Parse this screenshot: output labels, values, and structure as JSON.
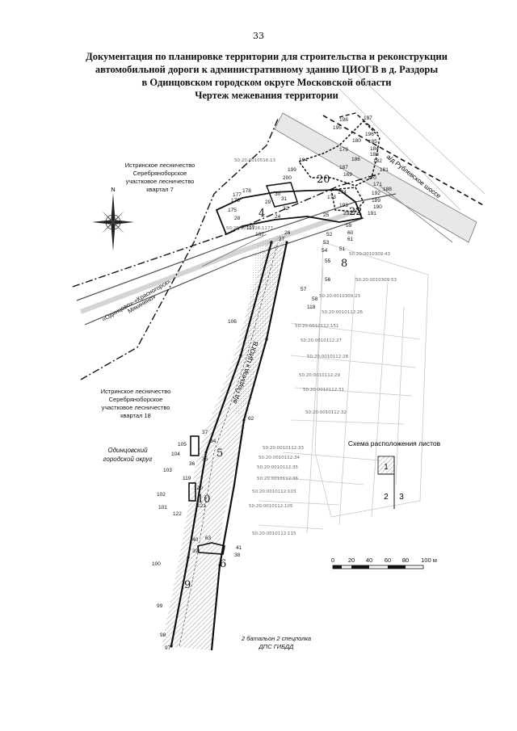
{
  "page_number": "33",
  "title": {
    "line1": "Документация по планировке территории для строительства и реконструкции",
    "line2": "автомобильной дороги к административному зданию ЦИОГВ в д. Раздоры",
    "line3": "в Одинцовском городском округе Московской области",
    "line4": "Чертеж межевания территории"
  },
  "labels": {
    "forestry_top": [
      "Истринское лесничество",
      "Серебряноборское",
      "участковое лесничество",
      "квартал 7"
    ],
    "forestry_bottom": [
      "Истринское лесничество",
      "Серебряноборское",
      "участковое лесничество",
      "квартал 18"
    ],
    "district": [
      "Одинцовский",
      "городской округ"
    ],
    "road_odintsovo": "«Одинцово»-«Красногорск»",
    "road_odintsovo_2": "Мякинино»",
    "road_rublevskoe": "а/д Рублевское шоссе",
    "road_access": "а/д Подъезд к ЦИОГВ",
    "police": [
      "2 батальон 2 спецполка",
      "ДПС ГИБДД"
    ],
    "sheet_scheme_title": "Схема расположения листов",
    "sheet_numbers": [
      "1",
      "2",
      "3"
    ],
    "compass_north": "N"
  },
  "scale_bar": {
    "ticks": [
      "0",
      "20",
      "40",
      "60",
      "80",
      "100 м"
    ]
  },
  "parcels": [
    "4",
    "5",
    "6",
    "8",
    "9",
    "10",
    "20",
    "22"
  ],
  "cadastral_numbers": [
    "50:20:0010516:13",
    "50:20:0010516:1177",
    "50:20:0010309:43",
    "50:20:0010309:53",
    "50:20:0010309:23",
    "50:20:0010112:26",
    "50:20:0010112:151",
    "50:20:0010112:27",
    "50:20:0010112:28",
    "50:20:0010112:29",
    "50:20:0010112:31",
    "50:20:0010112:32",
    "50:20:0010112:33",
    "50:20:0010112:34",
    "50:20:0010112:35",
    "50:20:0010112:36",
    "50:20:0010112:103",
    "50:20:0010112:105",
    "50:20:0010112:115"
  ],
  "points": [
    "197",
    "198",
    "195",
    "196",
    "180",
    "185",
    "184",
    "179",
    "186",
    "183",
    "182",
    "194",
    "187",
    "181",
    "199",
    "200",
    "169",
    "170",
    "171",
    "188",
    "178",
    "176",
    "177",
    "30",
    "29",
    "31",
    "32",
    "175",
    "174",
    "173",
    "193",
    "192",
    "189",
    "190",
    "191",
    "25",
    "24",
    "23",
    "28",
    "117",
    "26",
    "27",
    "107",
    "59",
    "60",
    "61",
    "52",
    "53",
    "54",
    "51",
    "55",
    "56",
    "57",
    "58",
    "118",
    "106",
    "62",
    "37",
    "34",
    "105",
    "104",
    "36",
    "35",
    "103",
    "119",
    "120",
    "102",
    "121",
    "101",
    "122",
    "40",
    "63",
    "39",
    "41",
    "38",
    "100",
    "99",
    "98",
    "97"
  ]
}
